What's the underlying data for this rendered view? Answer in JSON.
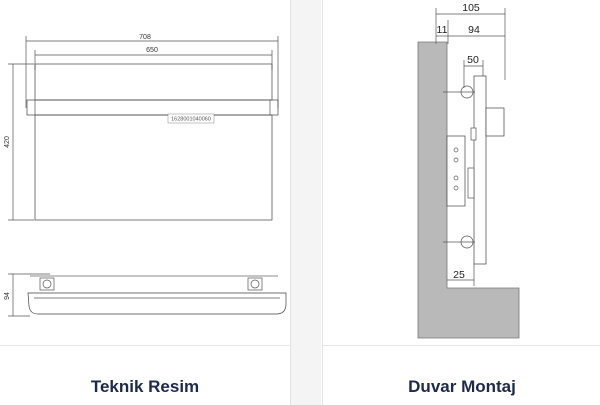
{
  "panels": {
    "left": {
      "caption": "Teknik Resim",
      "dims": {
        "total_width": "708",
        "inner_width": "650",
        "height": "420",
        "depth": "94"
      },
      "product_code": "1628001040060"
    },
    "right": {
      "caption": "Duvar Montaj",
      "dims": {
        "overall": "105",
        "wall_gap": "11",
        "bracket": "94",
        "screw": "50",
        "bottom": "25"
      }
    }
  },
  "colors": {
    "caption": "#1e2a4a",
    "wall": "#b9b9b9",
    "line": "#555555"
  }
}
